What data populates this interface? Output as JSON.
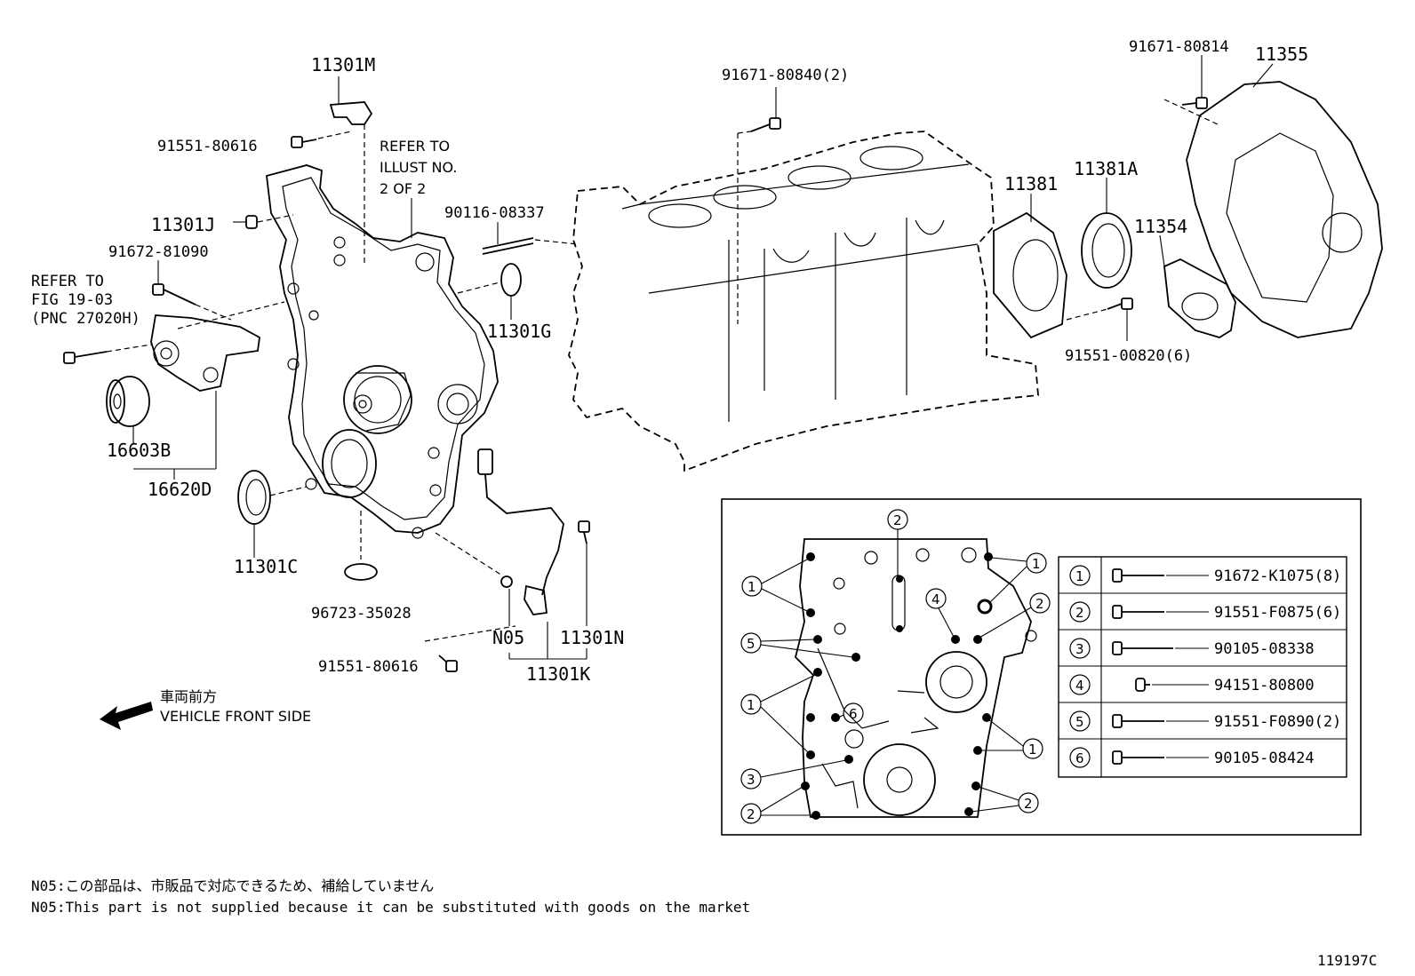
{
  "labels": {
    "p11301m": "11301M",
    "p91551_80616": "91551-80616",
    "refer_illust_1": "REFER TO",
    "refer_illust_2": "ILLUST NO.",
    "refer_illust_3": "2 OF 2",
    "p11301j": "11301J",
    "p91672_81090": "91672-81090",
    "refer_fig_1": "REFER TO",
    "refer_fig_2": "FIG 19-03",
    "refer_fig_3": "(PNC 27020H)",
    "p16603b": "16603B",
    "p16620d": "16620D",
    "p11301c": "11301C",
    "p96723_35028": "96723-35028",
    "n05": "N05",
    "p11301n": "11301N",
    "p11301k": "11301K",
    "p11301g": "11301G",
    "p90116_08337": "90116-08337",
    "p91671_80840": "91671-80840(2)",
    "p11381": "11381",
    "p11381a": "11381A",
    "p11354": "11354",
    "p91551_00820": "91551-00820(6)",
    "p91671_80814": "91671-80814",
    "p11355": "11355"
  },
  "vehicle_front": {
    "jp": "車両前方",
    "en": "VEHICLE FRONT SIDE"
  },
  "inset": {
    "callouts": {
      "1": "1",
      "2": "2",
      "3": "3",
      "4": "4",
      "5": "5",
      "6": "6"
    }
  },
  "bolt_table": [
    {
      "num": "1",
      "part": "91672-K1075(8)",
      "icon": "flange-bolt-icon"
    },
    {
      "num": "2",
      "part": "91551-F0875(6)",
      "icon": "flange-bolt-icon"
    },
    {
      "num": "3",
      "part": "90105-08338",
      "icon": "flange-bolt-icon"
    },
    {
      "num": "4",
      "part": "94151-80800",
      "icon": "nut-icon"
    },
    {
      "num": "5",
      "part": "91551-F0890(2)",
      "icon": "flange-bolt-icon"
    },
    {
      "num": "6",
      "part": "90105-08424",
      "icon": "flange-bolt-icon"
    }
  ],
  "notes": {
    "jp": "N05:この部品は、市販品で対応できるため、補給していません",
    "en": "N05:This part is not supplied because it can be substituted with goods on the market"
  },
  "illustration_id": "119197C"
}
